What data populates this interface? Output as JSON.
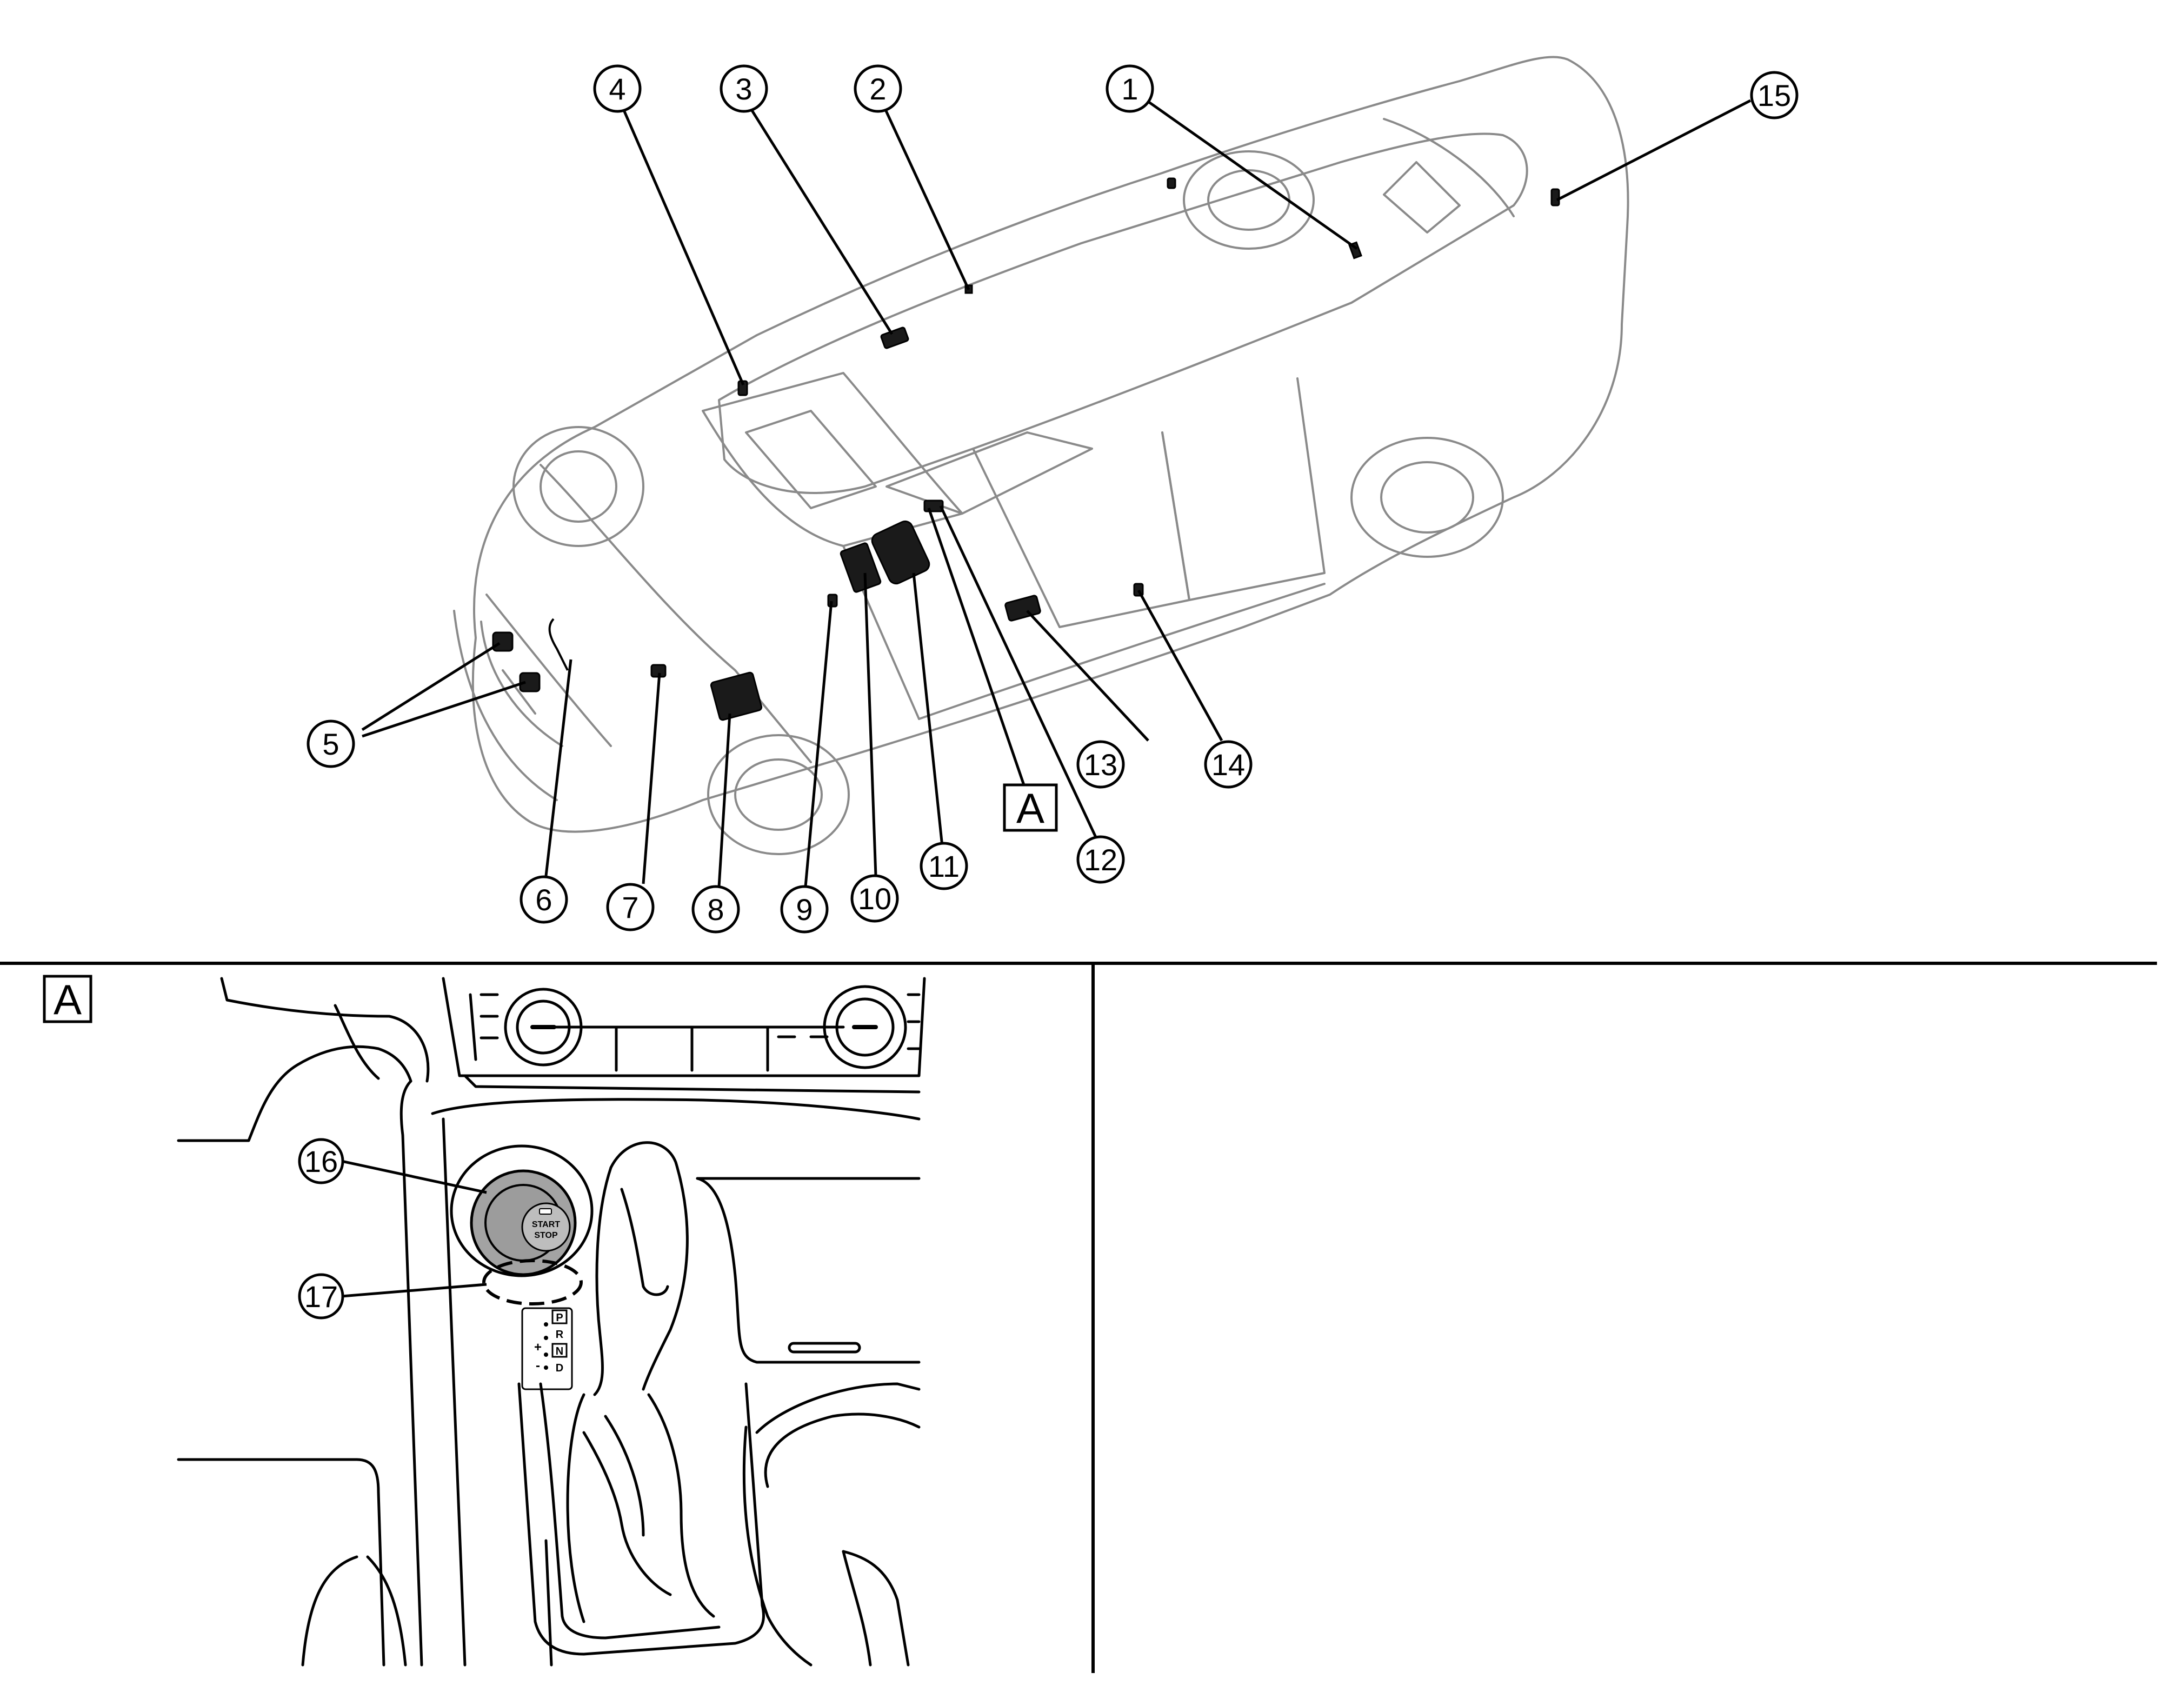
{
  "figure": {
    "callouts": [
      {
        "id": "c1",
        "label": "1"
      },
      {
        "id": "c2",
        "label": "2"
      },
      {
        "id": "c3",
        "label": "3"
      },
      {
        "id": "c4",
        "label": "4"
      },
      {
        "id": "c5",
        "label": "5"
      },
      {
        "id": "c6",
        "label": "6"
      },
      {
        "id": "c7",
        "label": "7"
      },
      {
        "id": "c8",
        "label": "8"
      },
      {
        "id": "c9",
        "label": "9"
      },
      {
        "id": "c10",
        "label": "10"
      },
      {
        "id": "c11",
        "label": "11"
      },
      {
        "id": "c12",
        "label": "12"
      },
      {
        "id": "c13",
        "label": "13"
      },
      {
        "id": "c14",
        "label": "14"
      },
      {
        "id": "c15",
        "label": "15"
      },
      {
        "id": "c16",
        "label": "16"
      },
      {
        "id": "c17",
        "label": "17"
      }
    ],
    "view_label_main": "A",
    "detail_panel_label": "A",
    "start_button": {
      "line1": "START",
      "line2": "STOP"
    },
    "shift_gate": {
      "p": "P",
      "r": "R",
      "n": "N",
      "d": "D",
      "plus": "+",
      "minus": "-"
    },
    "colors": {
      "line": "#000000",
      "body_line": "#8a8a8a",
      "button_fill": "#a3a3a3",
      "background": "#ffffff"
    }
  }
}
